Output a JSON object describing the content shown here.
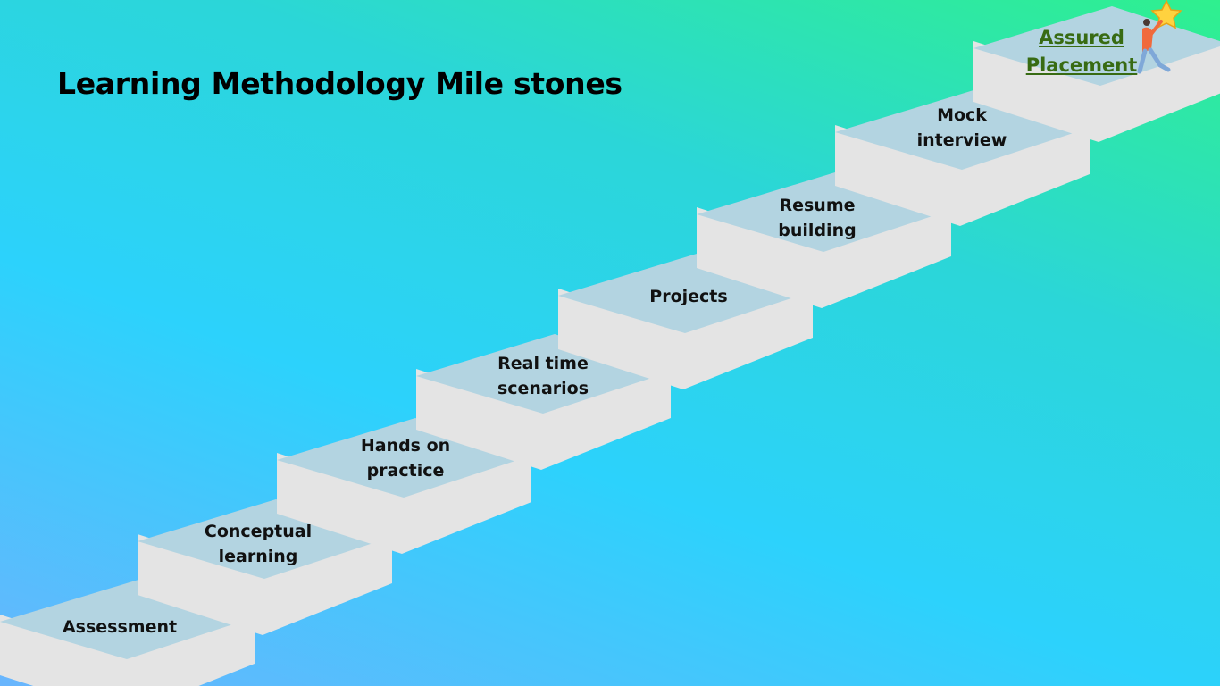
{
  "title": "Learning Methodology Mile stones",
  "steps": [
    {
      "lines": [
        "Assessment"
      ]
    },
    {
      "lines": [
        "Conceptual",
        "learning"
      ]
    },
    {
      "lines": [
        "Hands on",
        "practice"
      ]
    },
    {
      "lines": [
        "Real time",
        "scenarios"
      ]
    },
    {
      "lines": [
        "Projects"
      ]
    },
    {
      "lines": [
        "Resume",
        "building"
      ]
    },
    {
      "lines": [
        "Mock",
        "interview"
      ]
    },
    {
      "lines": [
        "Assured",
        "Placement"
      ]
    }
  ],
  "colors": {
    "tread": "#b3d4e1",
    "riser": "#e4e4e4",
    "final_label": "#386b13"
  },
  "icons": {
    "goal_figure": "person-reaching-star-icon"
  }
}
